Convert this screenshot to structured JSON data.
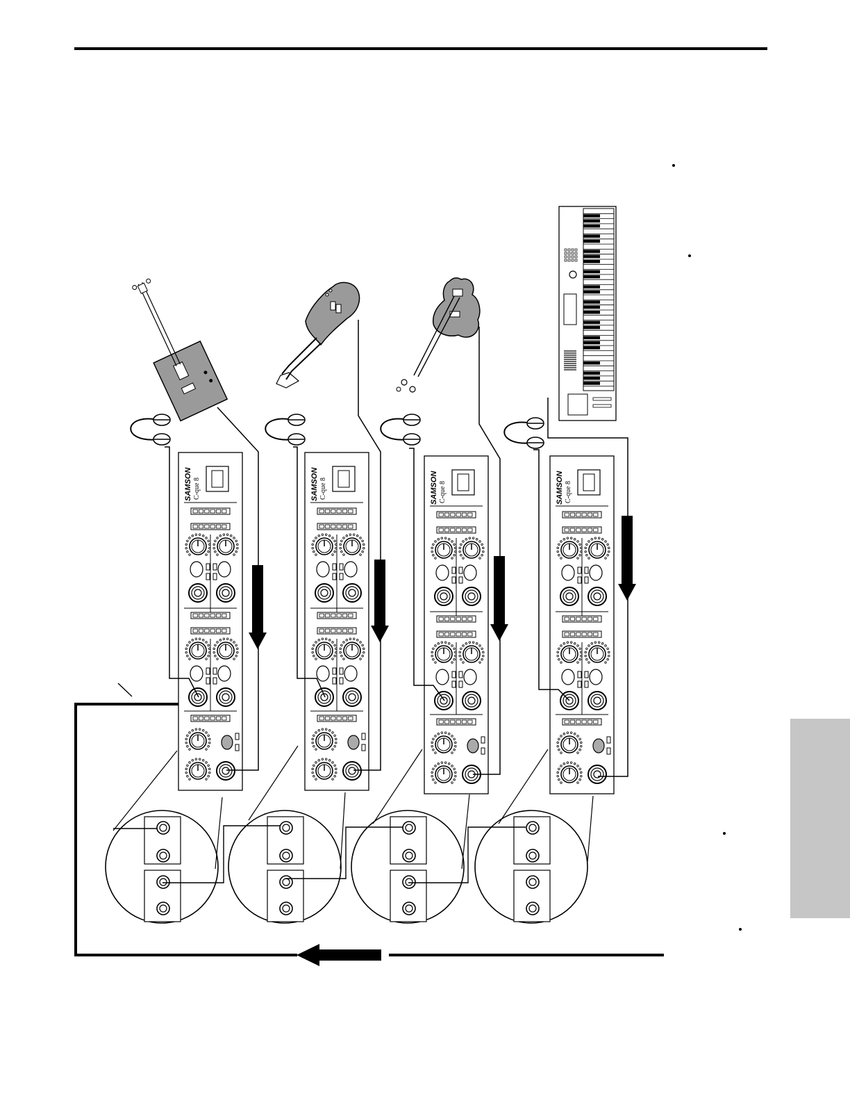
{
  "units": [
    {
      "instrument": "bass-guitar",
      "brand": "SAMSON",
      "model": "C-que 8"
    },
    {
      "instrument": "electric-guitar",
      "brand": "SAMSON",
      "model": "C-que 8"
    },
    {
      "instrument": "violin-bass",
      "brand": "SAMSON",
      "model": "C-que 8"
    },
    {
      "instrument": "keyboard",
      "brand": "SAMSON",
      "model": "C-que 8"
    }
  ],
  "colors": {
    "ink": "#000000",
    "instrument_fill": "#9a9a9a",
    "side_tab": "#c6c6c6"
  }
}
